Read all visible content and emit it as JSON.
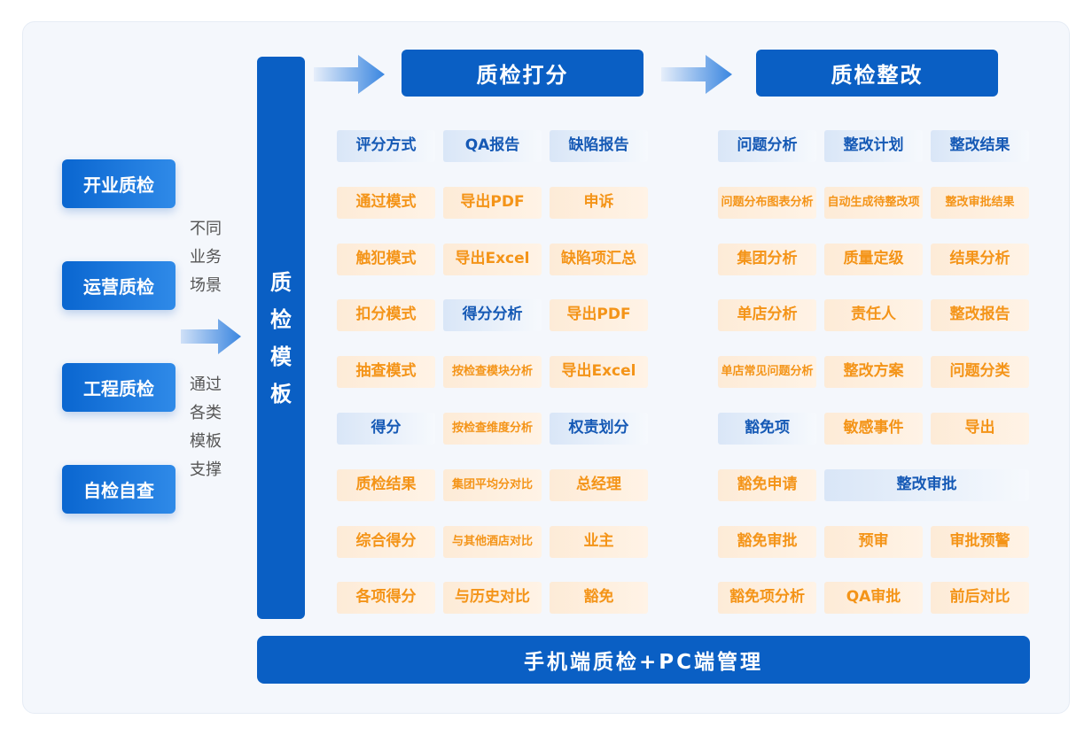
{
  "left_buttons": [
    "开业质检",
    "运营质检",
    "工程质检",
    "自检自查"
  ],
  "side_text_top": [
    "不同",
    "业务",
    "场景"
  ],
  "side_text_bottom": [
    "通过",
    "各类",
    "模板",
    "支撑"
  ],
  "vertical_bar": [
    "质",
    "检",
    "模",
    "板"
  ],
  "headers": {
    "scoring": "质检打分",
    "rectify": "质检整改"
  },
  "bottom_bar": "手机端质检+PC端管理",
  "grid_scoring": [
    [
      {
        "t": "评分方式",
        "s": "b"
      },
      {
        "t": "QA报告",
        "s": "b"
      },
      {
        "t": "缺陷报告",
        "s": "b"
      }
    ],
    [
      {
        "t": "通过模式",
        "s": "o"
      },
      {
        "t": "导出PDF",
        "s": "o"
      },
      {
        "t": "申诉",
        "s": "o"
      }
    ],
    [
      {
        "t": "触犯模式",
        "s": "o"
      },
      {
        "t": "导出Excel",
        "s": "o"
      },
      {
        "t": "缺陷项汇总",
        "s": "o"
      }
    ],
    [
      {
        "t": "扣分模式",
        "s": "o"
      },
      {
        "t": "得分分析",
        "s": "b"
      },
      {
        "t": "导出PDF",
        "s": "o"
      }
    ],
    [
      {
        "t": "抽查模式",
        "s": "o"
      },
      {
        "t": "按检查模块分析",
        "s": "o",
        "small": true
      },
      {
        "t": "导出Excel",
        "s": "o"
      }
    ],
    [
      {
        "t": "得分",
        "s": "b"
      },
      {
        "t": "按检查维度分析",
        "s": "o",
        "small": true
      },
      {
        "t": "权责划分",
        "s": "b"
      }
    ],
    [
      {
        "t": "质检结果",
        "s": "o"
      },
      {
        "t": "集团平均分对比",
        "s": "o",
        "small": true
      },
      {
        "t": "总经理",
        "s": "o"
      }
    ],
    [
      {
        "t": "综合得分",
        "s": "o"
      },
      {
        "t": "与其他酒店对比",
        "s": "o",
        "small": true
      },
      {
        "t": "业主",
        "s": "o"
      }
    ],
    [
      {
        "t": "各项得分",
        "s": "o"
      },
      {
        "t": "与历史对比",
        "s": "o"
      },
      {
        "t": "豁免",
        "s": "o"
      }
    ]
  ],
  "grid_rectify": [
    [
      {
        "t": "问题分析",
        "s": "b"
      },
      {
        "t": "整改计划",
        "s": "b"
      },
      {
        "t": "整改结果",
        "s": "b"
      }
    ],
    [
      {
        "t": "问题分布图表分析",
        "s": "o",
        "small": true
      },
      {
        "t": "自动生成待整改项",
        "s": "o",
        "small": true
      },
      {
        "t": "整改审批结果",
        "s": "o",
        "small": true
      }
    ],
    [
      {
        "t": "集团分析",
        "s": "o"
      },
      {
        "t": "质量定级",
        "s": "o"
      },
      {
        "t": "结果分析",
        "s": "o"
      }
    ],
    [
      {
        "t": "单店分析",
        "s": "o"
      },
      {
        "t": "责任人",
        "s": "o"
      },
      {
        "t": "整改报告",
        "s": "o"
      }
    ],
    [
      {
        "t": "单店常见问题分析",
        "s": "o",
        "small": true
      },
      {
        "t": "整改方案",
        "s": "o"
      },
      {
        "t": "问题分类",
        "s": "o"
      }
    ],
    [
      {
        "t": "豁免项",
        "s": "b"
      },
      {
        "t": "敏感事件",
        "s": "o"
      },
      {
        "t": "导出",
        "s": "o"
      }
    ],
    [
      {
        "t": "豁免申请",
        "s": "o"
      },
      {
        "t": "整改审批",
        "s": "b",
        "span": 2
      }
    ],
    [
      {
        "t": "豁免审批",
        "s": "o"
      },
      {
        "t": "预审",
        "s": "o"
      },
      {
        "t": "审批预警",
        "s": "o"
      }
    ],
    [
      {
        "t": "豁免项分析",
        "s": "o"
      },
      {
        "t": "QA审批",
        "s": "o"
      },
      {
        "t": "前后对比",
        "s": "o"
      }
    ]
  ],
  "colors": {
    "primary": "#0a5fc4",
    "orange_text": "#f49418",
    "blue_text": "#1559b5"
  }
}
